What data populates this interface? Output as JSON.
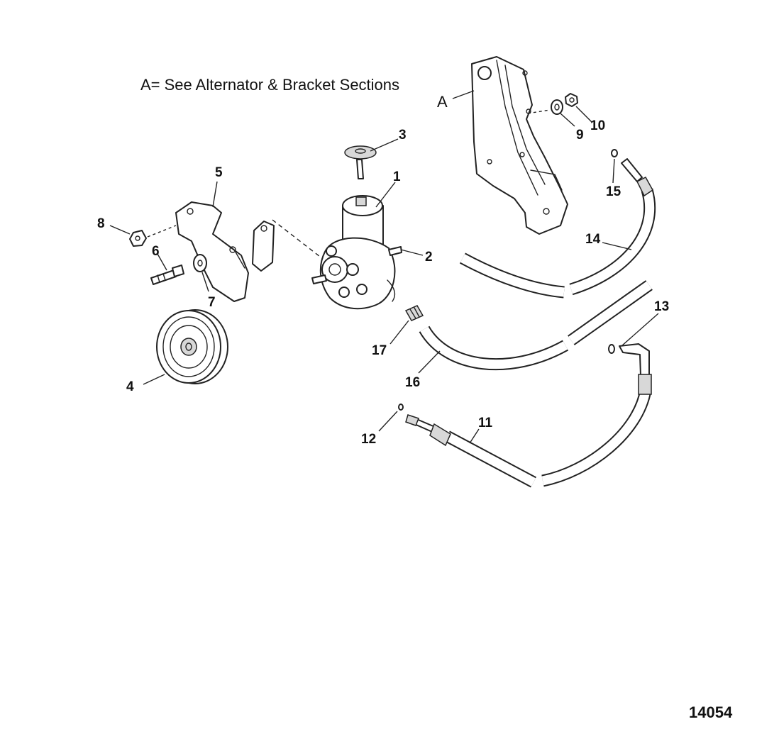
{
  "note": "A= See Alternator & Bracket Sections",
  "section_marker": "A",
  "figure_number": "14054",
  "callouts": [
    {
      "id": "1",
      "label": "1"
    },
    {
      "id": "2",
      "label": "2"
    },
    {
      "id": "3",
      "label": "3"
    },
    {
      "id": "4",
      "label": "4"
    },
    {
      "id": "5",
      "label": "5"
    },
    {
      "id": "6",
      "label": "6"
    },
    {
      "id": "7",
      "label": "7"
    },
    {
      "id": "8",
      "label": "8"
    },
    {
      "id": "9",
      "label": "9"
    },
    {
      "id": "10",
      "label": "10"
    },
    {
      "id": "11",
      "label": "11"
    },
    {
      "id": "12",
      "label": "12"
    },
    {
      "id": "13",
      "label": "13"
    },
    {
      "id": "14",
      "label": "14"
    },
    {
      "id": "15",
      "label": "15"
    },
    {
      "id": "16",
      "label": "16"
    },
    {
      "id": "17",
      "label": "17"
    }
  ]
}
